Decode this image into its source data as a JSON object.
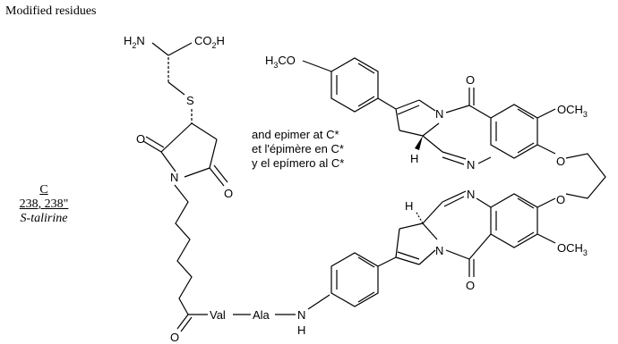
{
  "diagram": {
    "title": "Modified residues",
    "compound": {
      "letter": "C",
      "numbers": "238, 238\"",
      "name": "S-talirine"
    },
    "epimer_note": [
      "and epimer at C*",
      "et l'épimère en C*",
      "y el epímero al C*"
    ],
    "atoms": {
      "h2n": "H2N",
      "co2h": "CO2H",
      "s": "S",
      "o_succ_top": "O",
      "o_succ_bot": "O",
      "n_succ": "N",
      "o_carbonyl": "O",
      "val": "Val",
      "ala": "Ala",
      "nh_n": "N",
      "nh_h": "H",
      "h3co": "H3CO",
      "n_pyrr_top": "N",
      "o_top": "O",
      "och3_top": "OCH3",
      "h_top": "H",
      "n_imine_top": "N",
      "o_ether_top": "O",
      "o_ether_bot": "O",
      "n_imine_bot": "N",
      "h_bot": "H",
      "n_pyrr_bot": "N",
      "och3_bot": "OCH3",
      "o_bot": "O"
    }
  }
}
